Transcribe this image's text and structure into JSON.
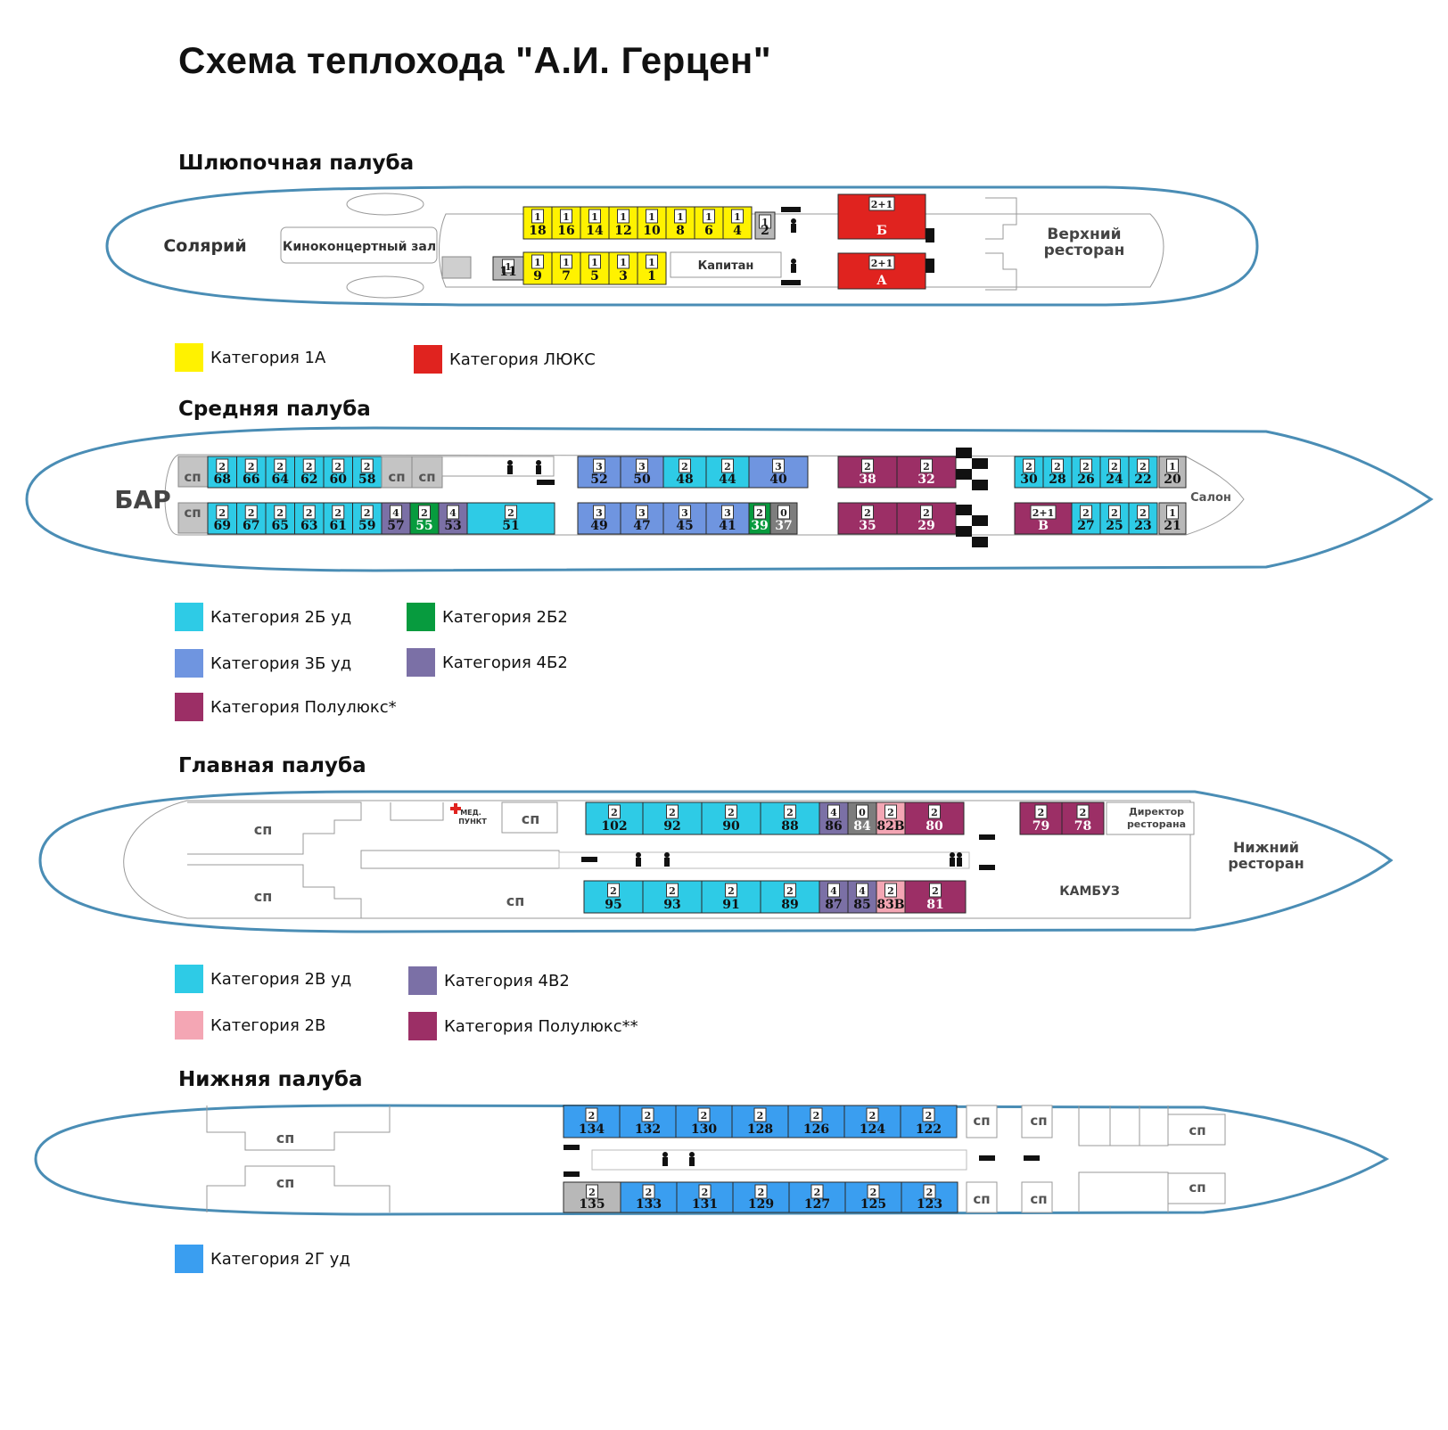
{
  "title": "Схема теплохода \"А.И. Герцен\"",
  "decks": [
    {
      "name": "Шлюпочная палуба"
    },
    {
      "name": "Средняя палуба"
    },
    {
      "name": "Главная палуба"
    },
    {
      "name": "Нижняя палуба"
    }
  ],
  "colors": {
    "1A": "#fff200",
    "lux": "#e0231f",
    "2B_ud": "#2ecbe6",
    "3B_ud": "#6f95e0",
    "semilux": "#9c2f66",
    "2B2": "#079b3e",
    "4B2": "#7b70a6",
    "2V": "#f4a6b4",
    "2G_ud": "#3a9ef0",
    "gray": "#b8b8b8",
    "darkgray": "#7d7d7d",
    "hull": "#4a8db5"
  },
  "labels": {
    "solarium": "Солярий",
    "concert_hall": "Киноконцертный зал",
    "upper_restaurant": [
      "Верхний",
      "ресторан"
    ],
    "captain": "Капитан",
    "bar": "БАР",
    "salon": "Салон",
    "med": [
      "МЕД.",
      "ПУНКТ"
    ],
    "restaurant_director": [
      "Директор",
      "ресторана"
    ],
    "lower_restaurant": [
      "Нижний",
      "ресторан"
    ],
    "galley": "КАМБУЗ",
    "sp": "сп"
  },
  "cabins": {
    "boat": {
      "top": [
        [
          "1",
          "18"
        ],
        [
          "1",
          "16"
        ],
        [
          "1",
          "14"
        ],
        [
          "1",
          "12"
        ],
        [
          "1",
          "10"
        ],
        [
          "1",
          "8"
        ],
        [
          "1",
          "6"
        ],
        [
          "1",
          "4"
        ]
      ],
      "bottom": [
        [
          "1",
          "9"
        ],
        [
          "1",
          "7"
        ],
        [
          "1",
          "5"
        ],
        [
          "1",
          "3"
        ],
        [
          "1",
          "1"
        ]
      ],
      "gray_top": [
        "1",
        "2"
      ],
      "gray_bottom": [
        "1",
        "11"
      ],
      "lux_top": [
        "2+1",
        "Б"
      ],
      "lux_bottom": [
        "2+1",
        "А"
      ]
    },
    "middle": {
      "top_left": [
        [
          "2",
          "68"
        ],
        [
          "2",
          "66"
        ],
        [
          "2",
          "64"
        ],
        [
          "2",
          "62"
        ],
        [
          "2",
          "60"
        ],
        [
          "2",
          "58"
        ]
      ],
      "bottom_left": [
        [
          "2",
          "69",
          "2B_ud"
        ],
        [
          "2",
          "67",
          "2B_ud"
        ],
        [
          "2",
          "65",
          "2B_ud"
        ],
        [
          "2",
          "63",
          "2B_ud"
        ],
        [
          "2",
          "61",
          "2B_ud"
        ],
        [
          "2",
          "59",
          "2B_ud"
        ],
        [
          "4",
          "57",
          "4B2"
        ],
        [
          "2",
          "55",
          "2B2"
        ],
        [
          "4",
          "53",
          "4B2"
        ],
        [
          "2",
          "51",
          "2B_ud"
        ]
      ],
      "top_mid": [
        [
          "3",
          "52",
          "3B_ud"
        ],
        [
          "3",
          "50",
          "3B_ud"
        ],
        [
          "2",
          "48",
          "2B_ud"
        ],
        [
          "2",
          "44",
          "2B_ud"
        ],
        [
          "3",
          "40",
          "3B_ud"
        ]
      ],
      "bottom_mid": [
        [
          "3",
          "49",
          "3B_ud"
        ],
        [
          "3",
          "47",
          "3B_ud"
        ],
        [
          "3",
          "45",
          "3B_ud"
        ],
        [
          "3",
          "41",
          "3B_ud"
        ],
        [
          "2",
          "39",
          "2B2"
        ],
        [
          "0",
          "37",
          "darkgray"
        ]
      ],
      "top_semi": [
        [
          "2",
          "38"
        ],
        [
          "2",
          "32"
        ]
      ],
      "bottom_semi": [
        [
          "2",
          "35"
        ],
        [
          "2",
          "29"
        ]
      ],
      "top_right": [
        [
          "2",
          "30"
        ],
        [
          "2",
          "28"
        ],
        [
          "2",
          "26"
        ],
        [
          "2",
          "24"
        ],
        [
          "2",
          "22"
        ]
      ],
      "bottom_right": [
        [
          "2+1",
          "B",
          "semilux"
        ],
        [
          "2",
          "27",
          "2B_ud"
        ],
        [
          "2",
          "25",
          "2B_ud"
        ],
        [
          "2",
          "23",
          "2B_ud"
        ]
      ],
      "gray_top_right": [
        "1",
        "20"
      ],
      "gray_bottom_right": [
        "1",
        "21"
      ]
    },
    "main": {
      "top": [
        [
          "2",
          "102",
          "2B_ud"
        ],
        [
          "2",
          "92",
          "2B_ud"
        ],
        [
          "2",
          "90",
          "2B_ud"
        ],
        [
          "2",
          "88",
          "2B_ud"
        ],
        [
          "4",
          "86",
          "4B2"
        ],
        [
          "0",
          "84",
          "darkgray"
        ],
        [
          "2",
          "82В",
          "2V"
        ],
        [
          "2",
          "80",
          "semilux"
        ]
      ],
      "bottom": [
        [
          "2",
          "95",
          "2B_ud"
        ],
        [
          "2",
          "93",
          "2B_ud"
        ],
        [
          "2",
          "91",
          "2B_ud"
        ],
        [
          "2",
          "89",
          "2B_ud"
        ],
        [
          "4",
          "87",
          "4B2"
        ],
        [
          "4",
          "85",
          "4B2"
        ],
        [
          "2",
          "83В",
          "2V"
        ],
        [
          "2",
          "81",
          "semilux"
        ]
      ],
      "aft": [
        [
          "2",
          "79"
        ],
        [
          "2",
          "78"
        ]
      ]
    },
    "lower": {
      "top": [
        [
          "2",
          "134"
        ],
        [
          "2",
          "132"
        ],
        [
          "2",
          "130"
        ],
        [
          "2",
          "128"
        ],
        [
          "2",
          "126"
        ],
        [
          "2",
          "124"
        ],
        [
          "2",
          "122"
        ]
      ],
      "bottom": [
        [
          "2",
          "133"
        ],
        [
          "2",
          "131"
        ],
        [
          "2",
          "129"
        ],
        [
          "2",
          "127"
        ],
        [
          "2",
          "125"
        ],
        [
          "2",
          "123"
        ]
      ],
      "gray": [
        "2",
        "135"
      ]
    }
  },
  "legends": {
    "boat": [
      {
        "label": "Категория 1А",
        "color": "#fff200"
      },
      {
        "label": "Категория ЛЮКС",
        "color": "#e0231f"
      }
    ],
    "middle": [
      {
        "label": "Категория 2Б уд",
        "color": "#2ecbe6"
      },
      {
        "label": "Категория 2Б2",
        "color": "#079b3e"
      },
      {
        "label": "Категория 3Б уд",
        "color": "#6f95e0"
      },
      {
        "label": "Категория 4Б2",
        "color": "#7b70a6"
      },
      {
        "label": "Категория Полулюкс*",
        "color": "#9c2f66"
      }
    ],
    "main": [
      {
        "label": "Категория 2В уд",
        "color": "#2ecbe6"
      },
      {
        "label": "Категория 4В2",
        "color": "#7b70a6"
      },
      {
        "label": "Категория 2В",
        "color": "#f4a6b4"
      },
      {
        "label": "Категория Полулюкс**",
        "color": "#9c2f66"
      }
    ],
    "lower": [
      {
        "label": "Категория 2Г уд",
        "color": "#3a9ef0"
      }
    ]
  }
}
